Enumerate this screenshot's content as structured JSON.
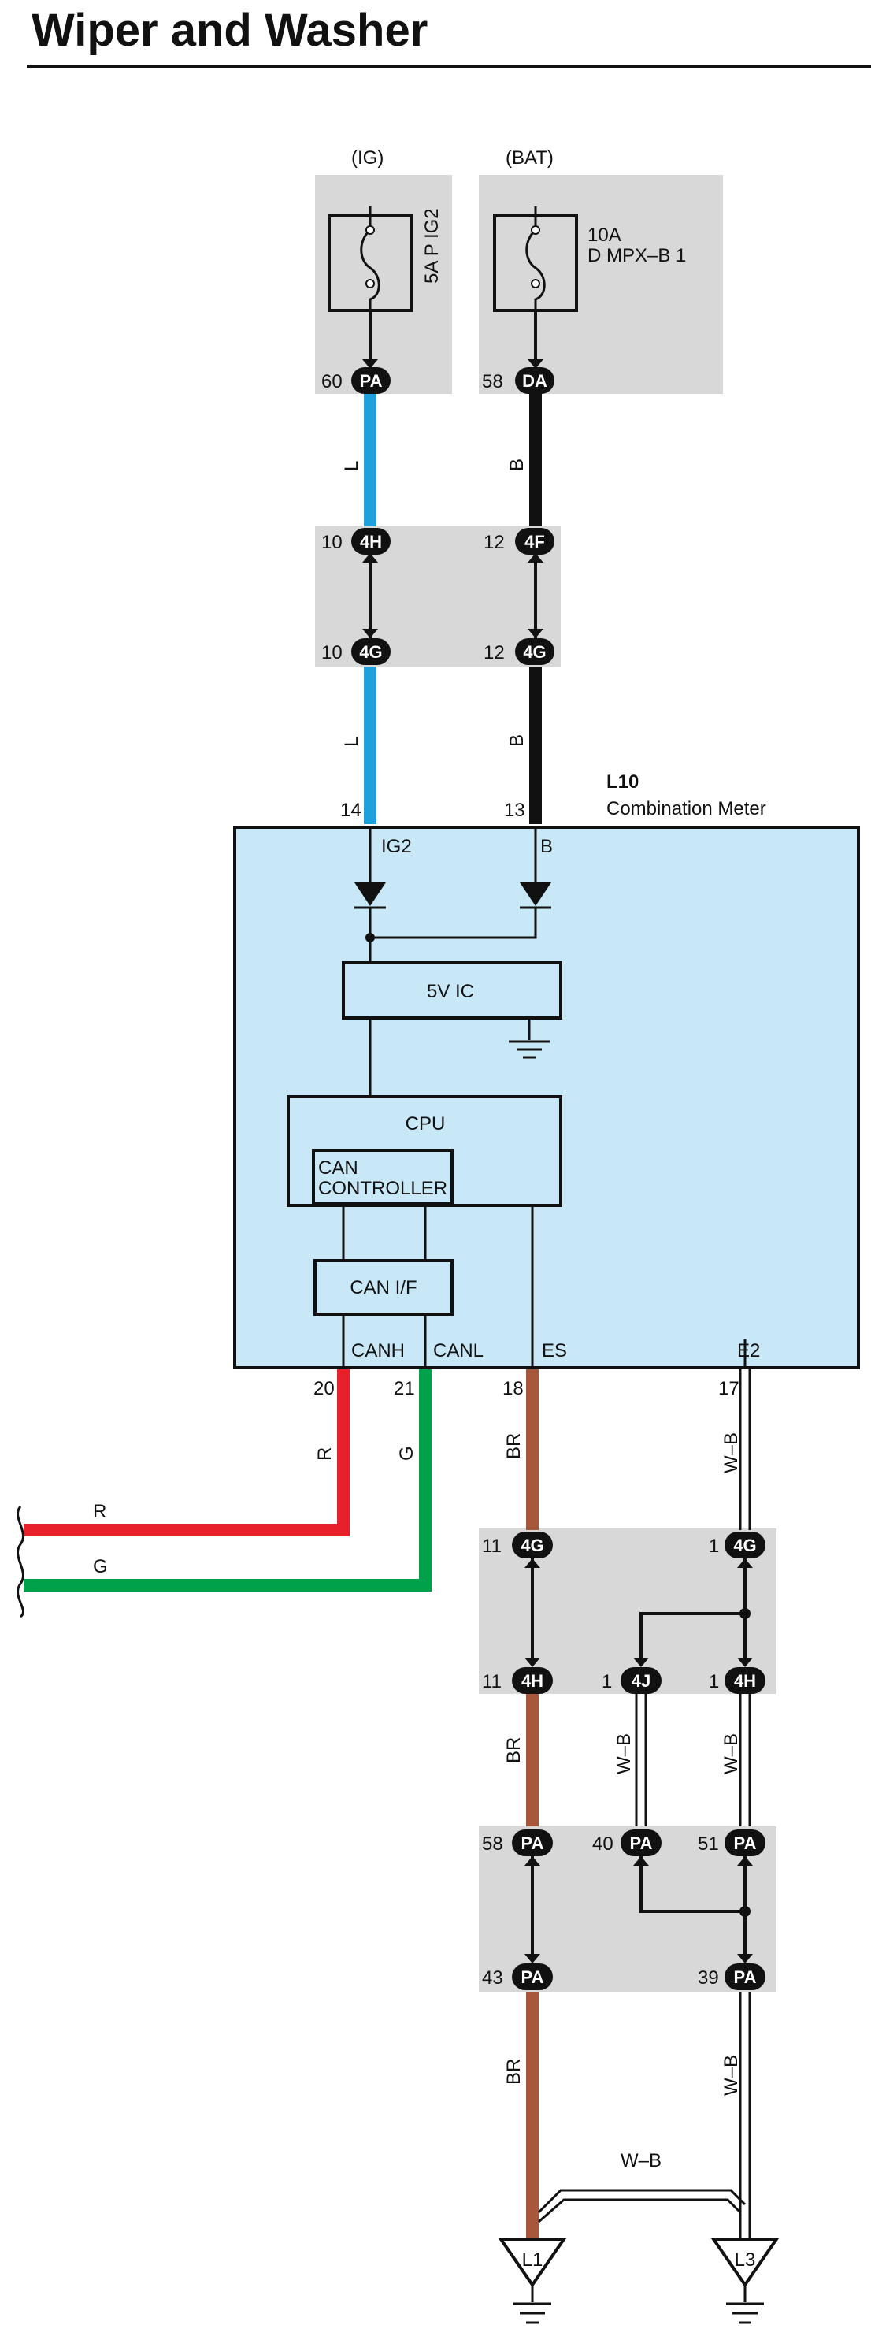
{
  "title": "Wiper and Washer",
  "power": {
    "ig": {
      "source": "(IG)",
      "fuse": "5A P IG2",
      "connector": "PA",
      "pin": "60"
    },
    "bat": {
      "source": "(BAT)",
      "fuse_amp": "10A",
      "fuse_name": "D MPX–B 1",
      "connector": "DA",
      "pin": "58"
    }
  },
  "junctions_top": [
    {
      "pin": "10",
      "connector": "4H"
    },
    {
      "pin": "12",
      "connector": "4F"
    },
    {
      "pin": "10",
      "connector": "4G"
    },
    {
      "pin": "12",
      "connector": "4G"
    }
  ],
  "wire_colors": {
    "L": "L",
    "B": "B",
    "R": "R",
    "G": "G",
    "BR": "BR",
    "WB": "W–B"
  },
  "meter": {
    "id": "L10",
    "name": "Combination Meter",
    "pin_ig2": "14",
    "pin_b": "13",
    "label_ig2": "IG2",
    "label_b": "B",
    "ic_label": "5V IC",
    "cpu_label": "CPU",
    "can_controller_line1": "CAN",
    "can_controller_line2": "CONTROLLER",
    "can_if_label": "CAN I/F",
    "terminals": {
      "canh": "CANH",
      "canl": "CANL",
      "es": "ES",
      "e2": "E2"
    },
    "pins_bottom": {
      "canh": "20",
      "canl": "21",
      "es": "18",
      "e2": "17"
    }
  },
  "junctions_lower": {
    "j1_top_left": {
      "pin": "11",
      "connector": "4G"
    },
    "j1_top_right": {
      "pin": "1",
      "connector": "4G"
    },
    "j1_bot_left": {
      "pin": "11",
      "connector": "4H"
    },
    "j1_bot_mid": {
      "pin": "1",
      "connector": "4J"
    },
    "j1_bot_right": {
      "pin": "1",
      "connector": "4H"
    },
    "pa_top_left": {
      "pin": "58",
      "connector": "PA"
    },
    "pa_top_mid": {
      "pin": "40",
      "connector": "PA"
    },
    "pa_top_right": {
      "pin": "51",
      "connector": "PA"
    },
    "pa_bot_left": {
      "pin": "43",
      "connector": "PA"
    },
    "pa_bot_right": {
      "pin": "39",
      "connector": "PA"
    }
  },
  "grounds": {
    "left": "L1",
    "right": "L3"
  },
  "colors": {
    "blue": "#1ea0dc",
    "black": "#111111",
    "red": "#e8202a",
    "green": "#00a14b",
    "brown": "#a8583a",
    "meter_fill": "#c8e8f8",
    "gray": "#d8d8d8"
  }
}
